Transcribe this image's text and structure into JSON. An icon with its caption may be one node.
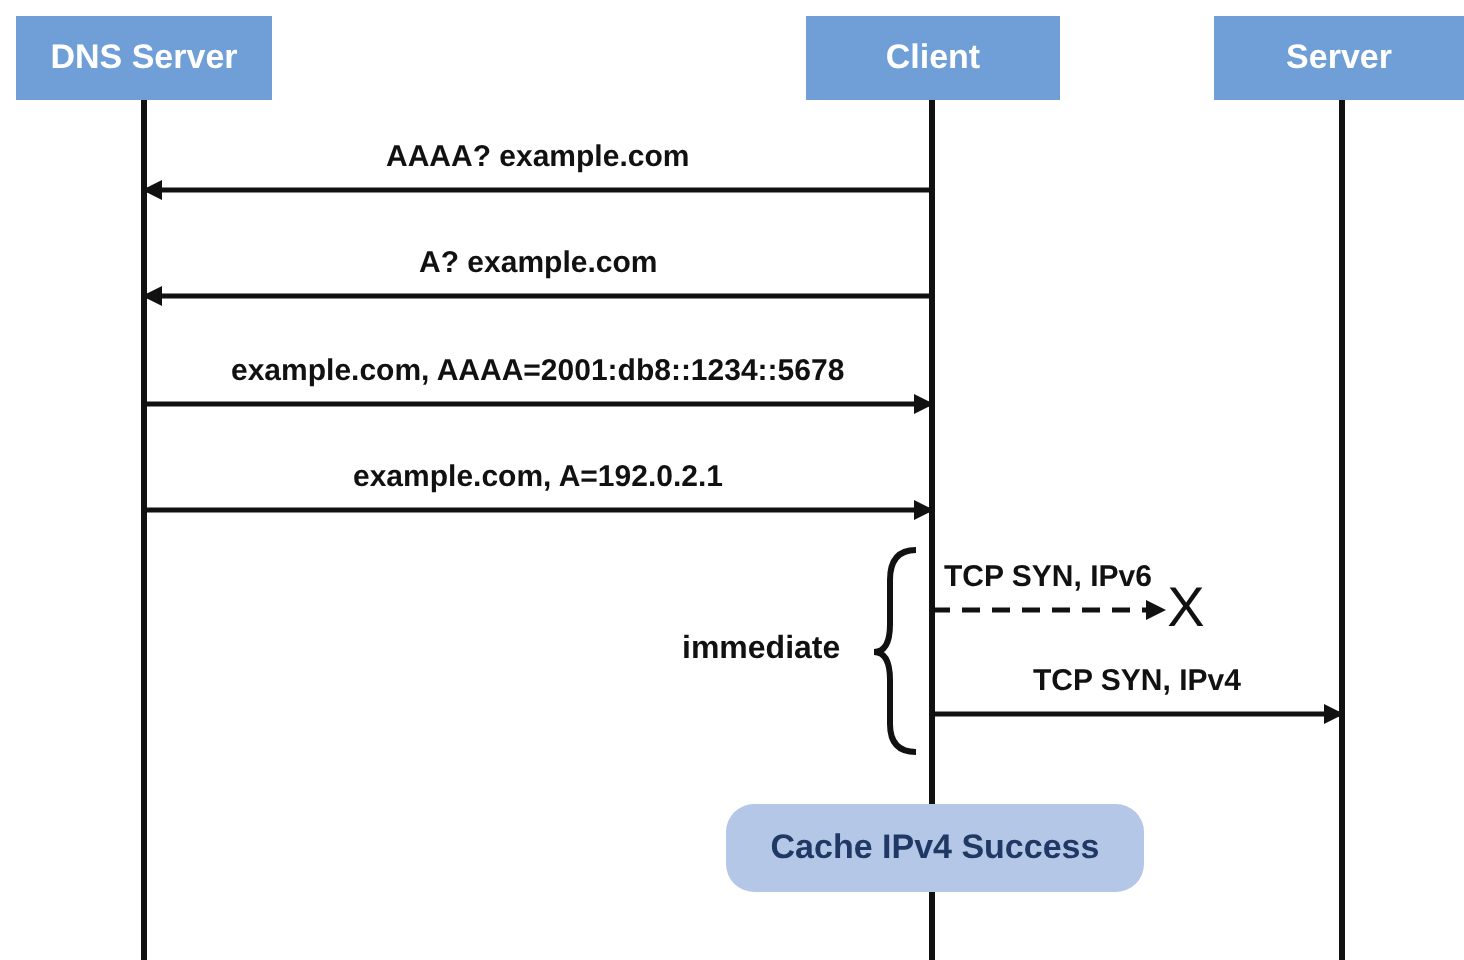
{
  "diagram": {
    "nodes": [
      {
        "text": [
          "DNS Server"
        ]
      },
      {
        "text": [
          "Client"
        ]
      },
      {
        "text": [
          "Server"
        ]
      },
      {
        "text": [
          "X"
        ]
      },
      {
        "text": [
          "Cache IPv4 Success"
        ]
      }
    ],
    "edges": [
      {
        "from": 1,
        "to": 0,
        "arrow": "to",
        "label": "AAAA? example.com"
      },
      {
        "from": 1,
        "to": 0,
        "arrow": "to",
        "label": "A? example.com"
      },
      {
        "from": 0,
        "to": 1,
        "arrow": "to",
        "label": "example.com, AAAA=2001:db8::1234::5678"
      },
      {
        "from": 0,
        "to": 1,
        "arrow": "to",
        "label": "example.com, A=192.0.2.1"
      },
      {
        "from": 1,
        "to": 3,
        "arrow": "to",
        "label": "TCP SYN, IPv6",
        "style": "dashed"
      },
      {
        "from": 1,
        "to": 2,
        "arrow": "to",
        "label": "TCP SYN, IPv4"
      }
    ],
    "labels": [
      "immediate"
    ]
  }
}
